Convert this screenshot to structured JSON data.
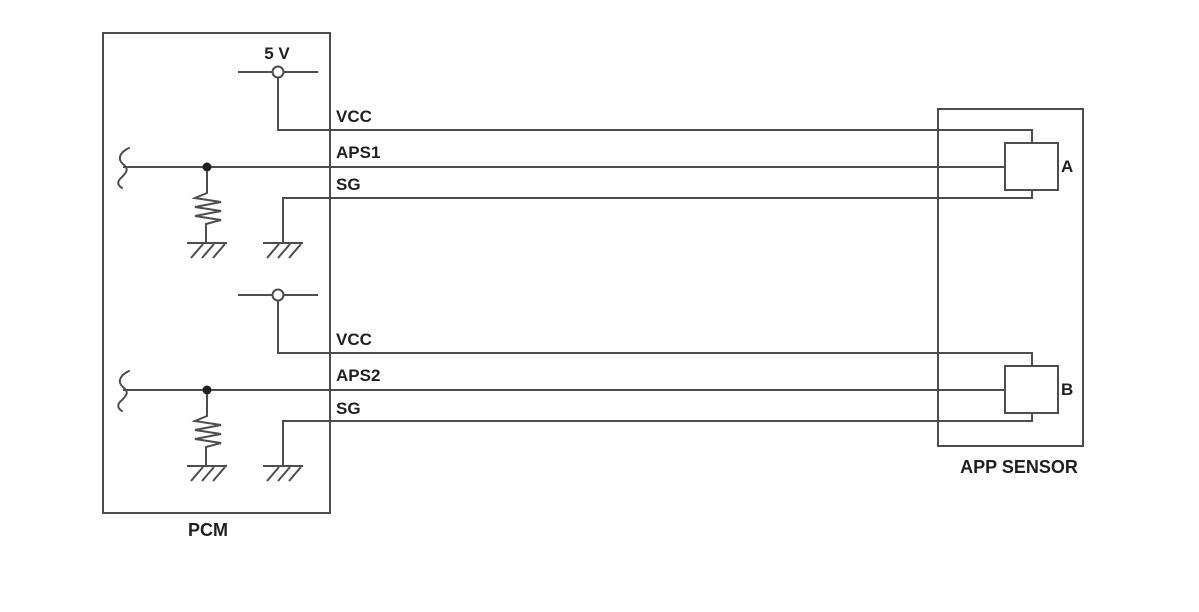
{
  "pcm": {
    "label": "PCM",
    "supply_voltage_label": "5 V",
    "channel1": {
      "vcc_label": "VCC",
      "signal_label": "APS1",
      "signal_ground_label": "SG"
    },
    "channel2": {
      "vcc_label": "VCC",
      "signal_label": "APS2",
      "signal_ground_label": "SG"
    }
  },
  "app_sensor": {
    "label": "APP SENSOR",
    "block_a_label": "A",
    "block_b_label": "B"
  },
  "icons": {
    "supply_terminal": "supply-terminal-icon",
    "junction_dot": "junction-dot-icon",
    "resistor": "resistor-icon",
    "ground": "ground-icon",
    "wire_break": "wire-break-icon"
  },
  "colors": {
    "line": "#4d4d4d",
    "text": "#231f20",
    "background": "#ffffff"
  }
}
